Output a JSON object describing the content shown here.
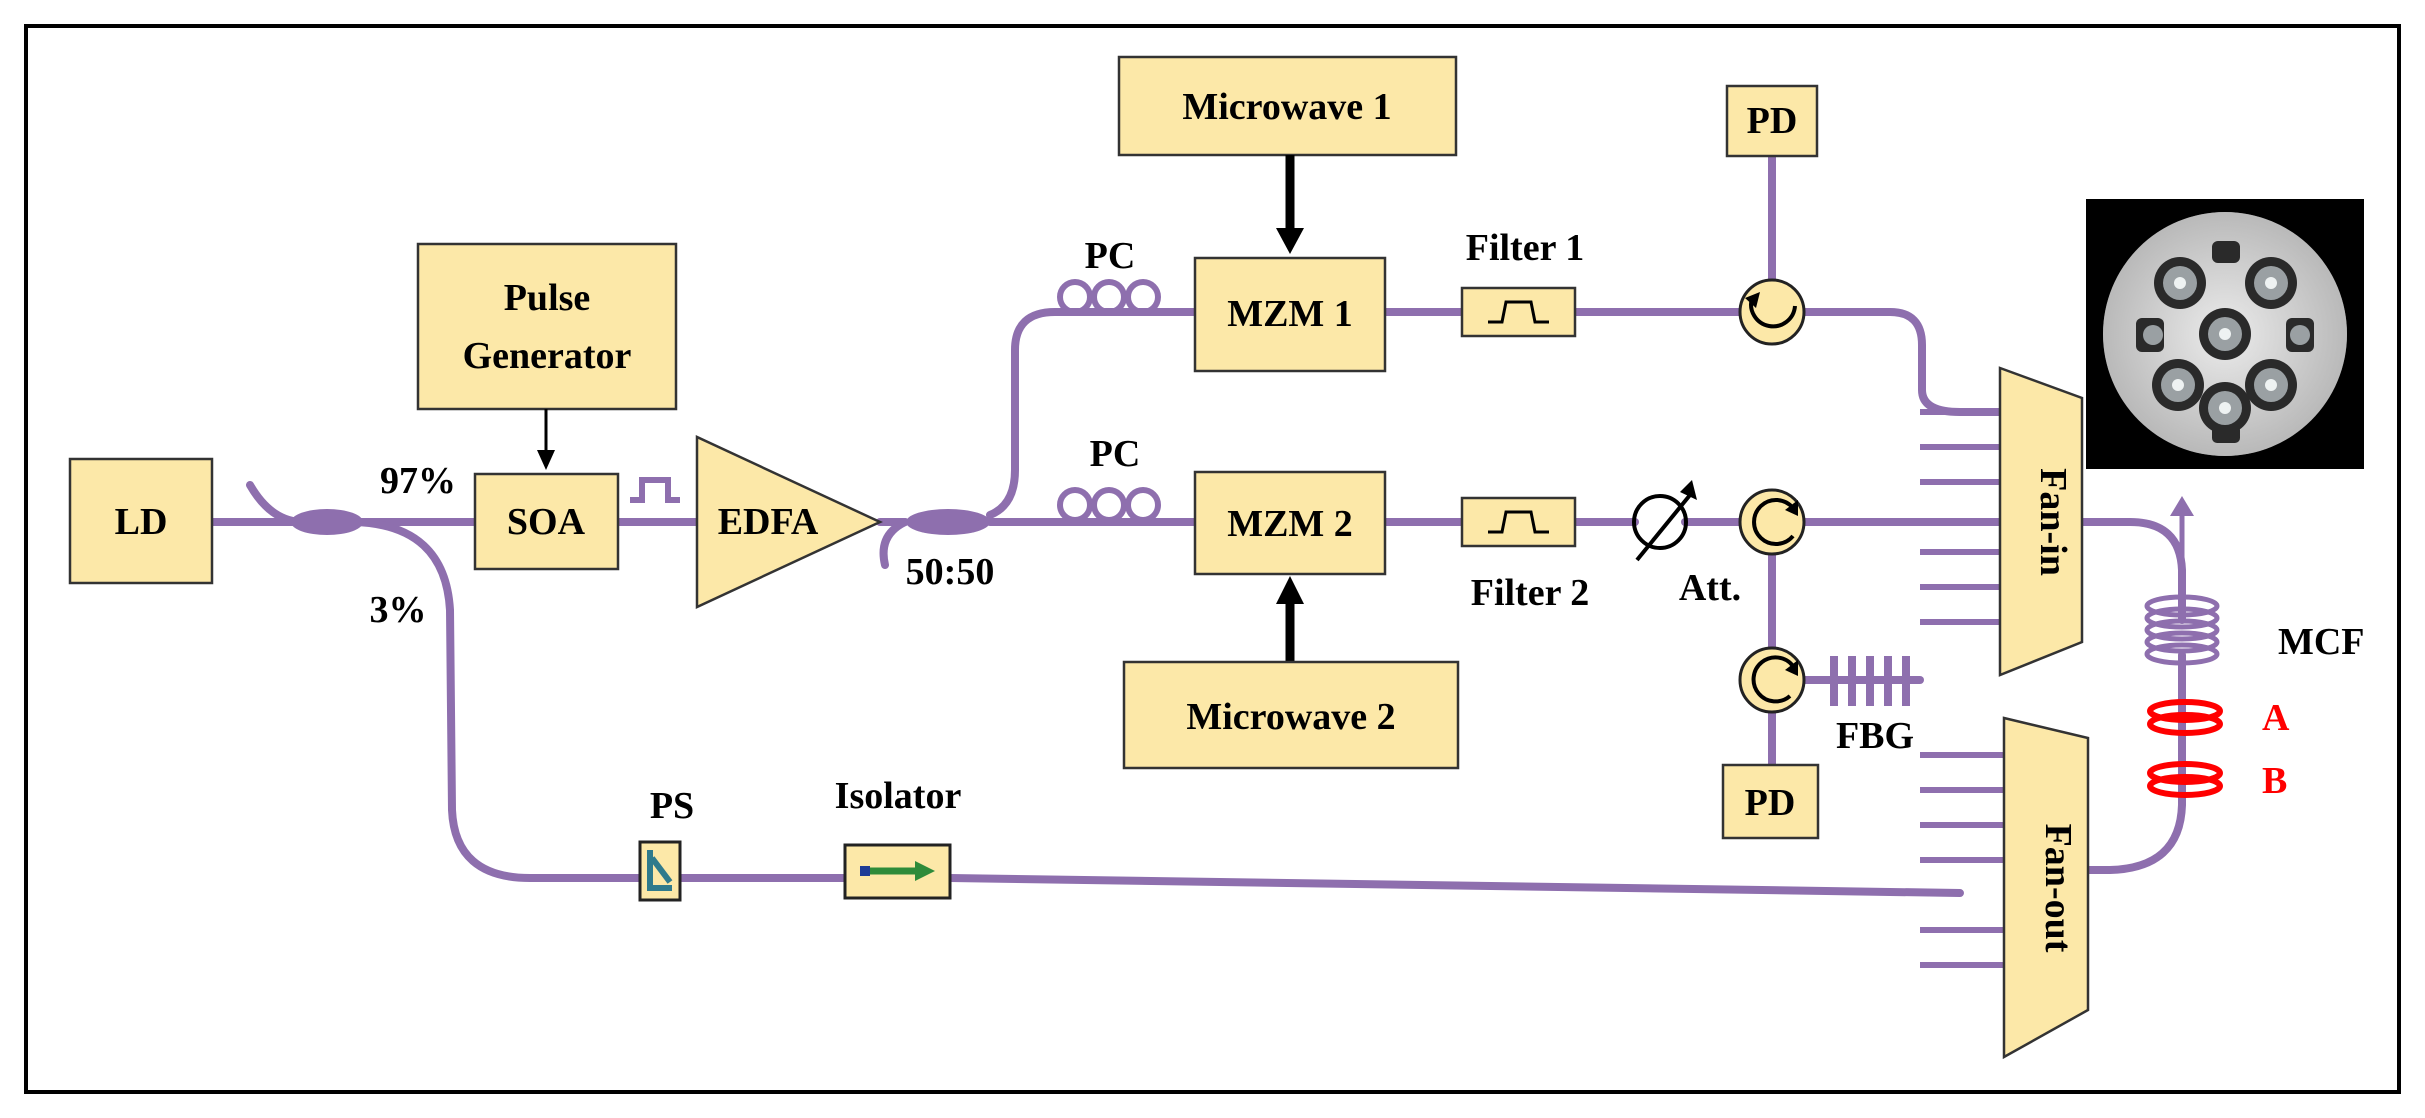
{
  "labels": {
    "ld": "LD",
    "soa": "SOA",
    "edfa": "EDFA",
    "pulse_gen_line1": "Pulse",
    "pulse_gen_line2": "Generator",
    "mw1": "Microwave 1",
    "mw2": "Microwave 2",
    "mzm1": "MZM 1",
    "mzm2": "MZM 2",
    "pc1": "PC",
    "pc2": "PC",
    "filter1": "Filter 1",
    "filter2": "Filter 2",
    "pd_top": "PD",
    "pd_bottom": "PD",
    "att": "Att.",
    "fbg": "FBG",
    "fan_in": "Fan-in",
    "fan_out": "Fan-out",
    "mcf": "MCF",
    "marker_a": "A",
    "marker_b": "B",
    "ps": "PS",
    "isolator": "Isolator",
    "split_97": "97%",
    "split_3": "3%",
    "split_5050": "50:50"
  },
  "colors": {
    "fiber": "#8e6fae",
    "box_fill": "#fce8a8",
    "marker": "#ff0000"
  }
}
